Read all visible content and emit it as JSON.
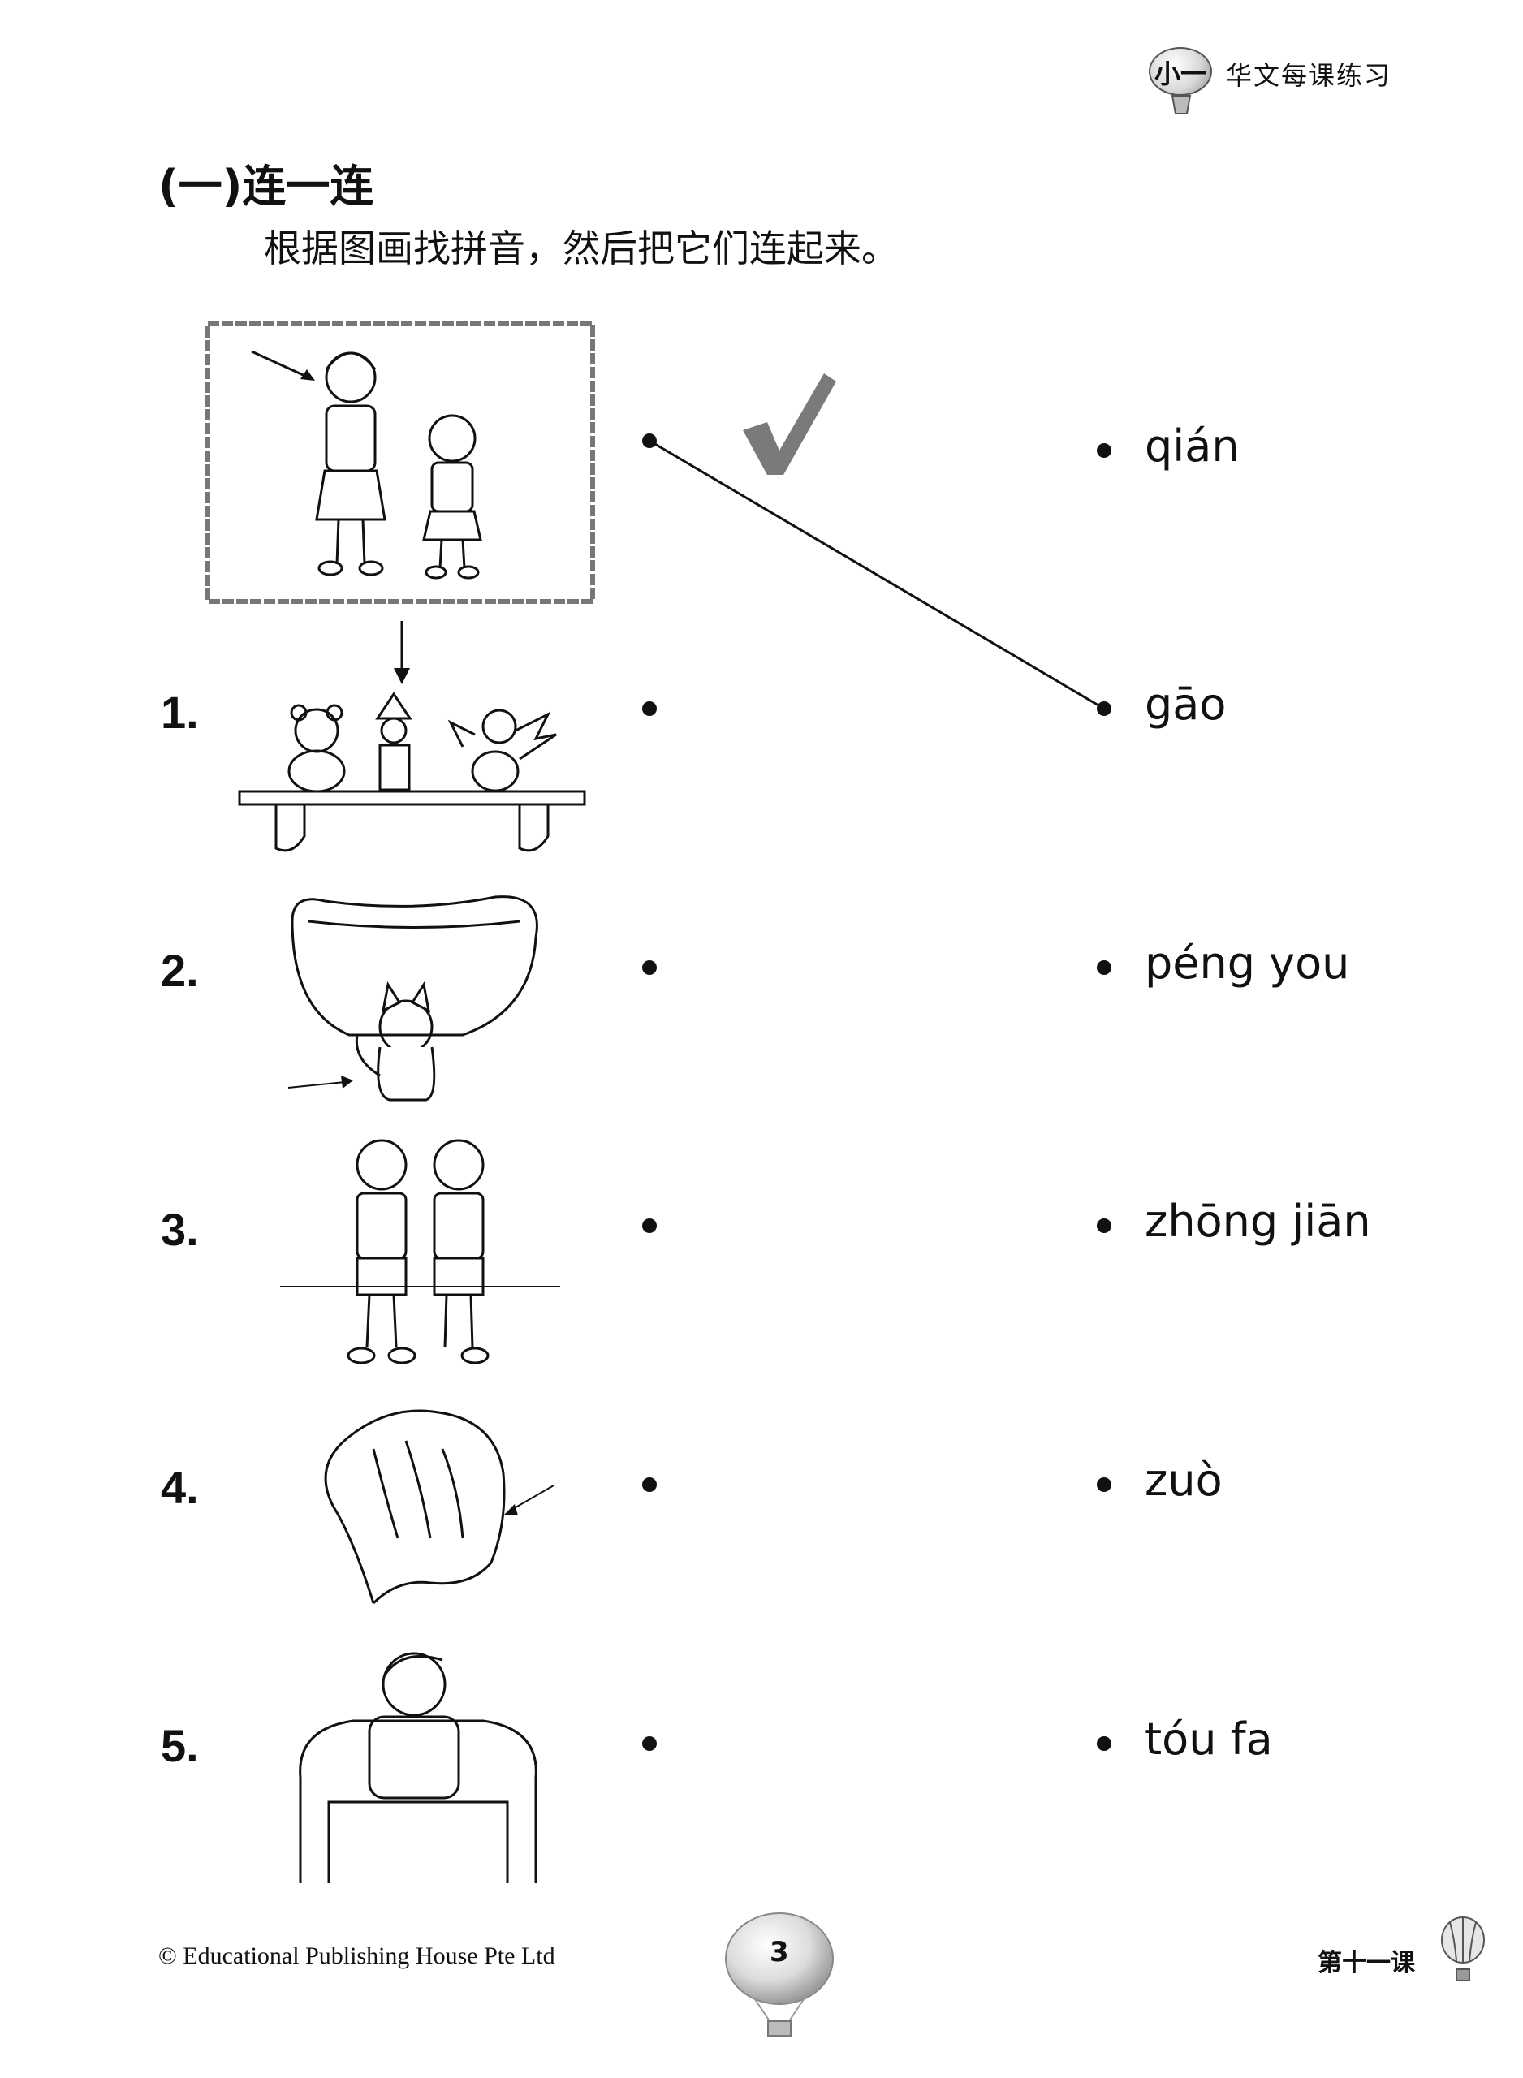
{
  "header": {
    "badge": "小一",
    "series_title": "华文每课练习"
  },
  "section": {
    "title": "(一)连一连",
    "instruction": "根据图画找拼音，然后把它们连起来。"
  },
  "example": {
    "matched_pinyin_index": 1,
    "check_mark": "✓"
  },
  "items": [
    {
      "number": "1.",
      "picture": "toys-on-shelf"
    },
    {
      "number": "2.",
      "picture": "cat-in-front-of-basket"
    },
    {
      "number": "3.",
      "picture": "two-boys-friends"
    },
    {
      "number": "4.",
      "picture": "hair-back-of-head"
    },
    {
      "number": "5.",
      "picture": "boy-sitting-in-armchair"
    }
  ],
  "pinyin": [
    "qián",
    "gāo",
    "péng you",
    "zhōng jiān",
    "zuò",
    "tóu fa"
  ],
  "footer": {
    "copyright": "© Educational Publishing House Pte Ltd",
    "page_number": "3",
    "lesson": "第十一课"
  }
}
